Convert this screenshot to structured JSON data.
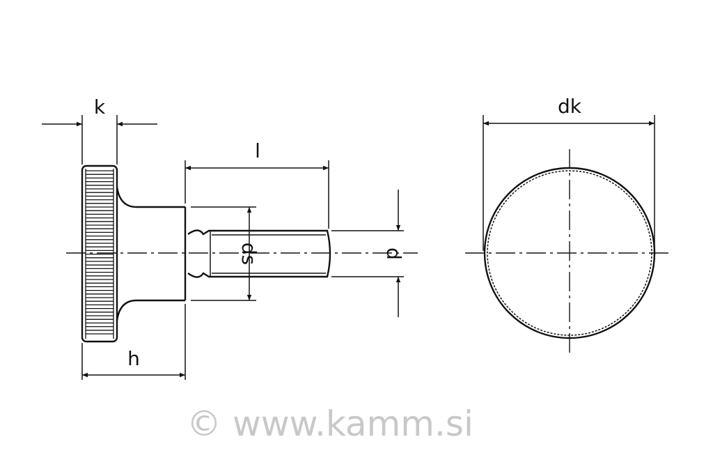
{
  "labels": {
    "k": "k",
    "l": "l",
    "h": "h",
    "ds": "ds",
    "d": "d",
    "dk": "dk"
  },
  "watermark": "© www.kamm.si",
  "colors": {
    "line": "#111111",
    "watermark": "#9a9a9a"
  }
}
